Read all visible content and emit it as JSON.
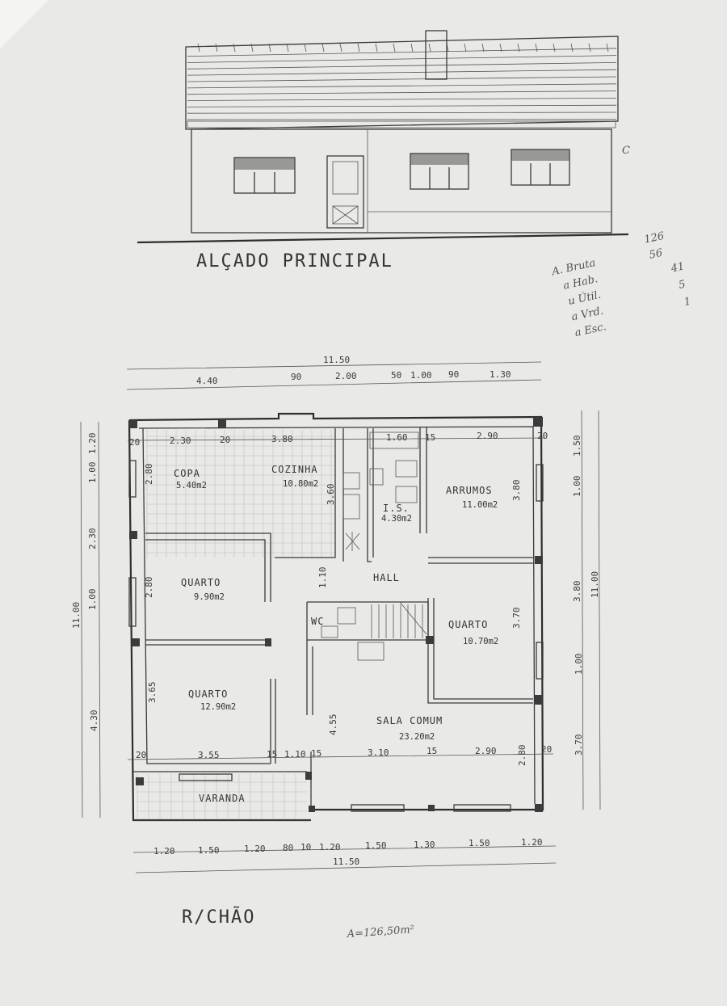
{
  "elevation": {
    "title": "ALÇADO PRINCIPAL",
    "corner_mark": "C"
  },
  "handwritten_notes": {
    "lines": [
      "A. Bruta",
      "a Hab.",
      "u Útil.",
      "a Vrd.",
      "a Esc."
    ],
    "values": [
      "126",
      "56",
      "41",
      "5",
      "1"
    ]
  },
  "plan": {
    "title": "R/CHÃO",
    "total_area_note": "A=126,50m²",
    "rooms": [
      {
        "name": "COPA",
        "area": "5.40m2"
      },
      {
        "name": "COZINHA",
        "area": "10.80m2"
      },
      {
        "name": "I.S.",
        "area": "4.30m2"
      },
      {
        "name": "ARRUMOS",
        "area": "11.00m2"
      },
      {
        "name": "QUARTO",
        "area": "9.90m2"
      },
      {
        "name": "HALL",
        "area": ""
      },
      {
        "name": "WC",
        "area": ""
      },
      {
        "name": "QUARTO",
        "area": "10.70m2"
      },
      {
        "name": "QUARTO",
        "area": "12.90m2"
      },
      {
        "name": "SALA COMUM",
        "area": "23.20m2"
      },
      {
        "name": "VARANDA",
        "area": ""
      }
    ],
    "dimensions": {
      "top_overall": "11.50",
      "top_segments": [
        "4.40",
        "90",
        "2.00",
        "50",
        "1.00",
        "90",
        "1.30"
      ],
      "bottom_segments": [
        "1.20",
        "1.50",
        "1.20",
        "80",
        "10",
        "1.20",
        "1.50",
        "1.30",
        "1.50",
        "1.20"
      ],
      "bottom_overall": "11.50",
      "left_overall": "11.00",
      "left_segments": [
        "1.20",
        "1.00",
        "2.30",
        "1.00",
        "4.30"
      ],
      "right_overall": "11.00",
      "right_segments": [
        "1.50",
        "1.00",
        "3.80",
        "1.00",
        "3.70"
      ],
      "interior_top": [
        "20",
        "2.30",
        "20",
        "3.80",
        "1.60",
        "15",
        "2.90",
        "20"
      ],
      "interior_bottom": [
        "20",
        "3.55",
        "15",
        "1.10",
        "15",
        "3.10",
        "15",
        "2.90",
        "20"
      ],
      "interior_vertical": [
        "2.80",
        "3.60",
        "3.80",
        "2.80",
        "1.10",
        "3.70",
        "3.65",
        "4.55",
        "2.80"
      ]
    }
  }
}
